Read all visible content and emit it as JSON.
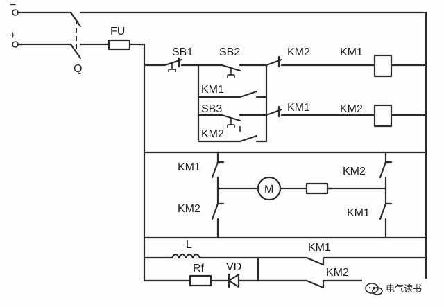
{
  "labels": {
    "minus": "−",
    "plus": "+",
    "q": "Q",
    "fu": "FU",
    "sb1": "SB1",
    "sb2": "SB2",
    "sb3": "SB3",
    "km1": "KM1",
    "km2": "KM2",
    "l": "L",
    "rf": "Rf",
    "vd": "VD",
    "motor": "M"
  },
  "watermark": {
    "text": "电气读书",
    "icon": "wechat-icon"
  }
}
